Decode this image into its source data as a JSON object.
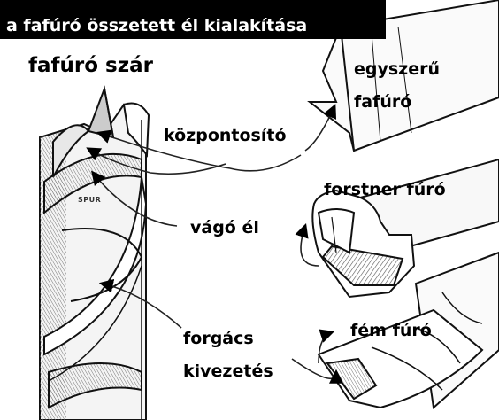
{
  "title": "a fafúró összetett él kialakítása",
  "labels": {
    "shank": "fafúró szár",
    "simple_bit_line1": "egyszerű",
    "simple_bit_line2": "fafúró",
    "center_point": "központosító",
    "forstner": "forstner fúró",
    "cutting_edge": "vágó él",
    "metal_bit": "fém fúró",
    "chip_line1": "forgács",
    "chip_line2": "kivezetés",
    "spur": "SPUR"
  }
}
